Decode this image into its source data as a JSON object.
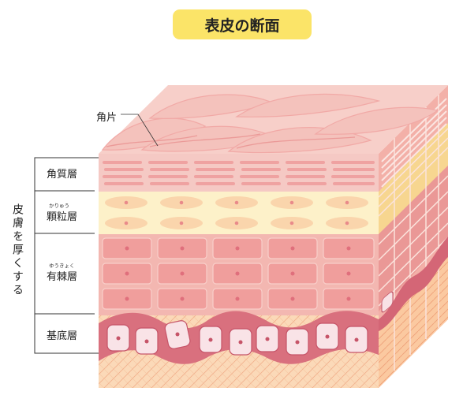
{
  "title": "表皮の断面",
  "callout": "角片",
  "side_label": "皮膚を厚くする",
  "layers": [
    {
      "name": "角質層",
      "ruby": ""
    },
    {
      "name": "顆粒層",
      "ruby": "かりゅう"
    },
    {
      "name": "有棘層",
      "ruby": "ゆうきょく"
    },
    {
      "name": "基底層",
      "ruby": ""
    }
  ],
  "colors": {
    "title_bg": "#fbe468",
    "horny": "#f3c1bd",
    "granular": "#fdf0c8",
    "spinous": "#f2b0ac",
    "basement": "#d9707e",
    "basal_cell": "#f8dfe3",
    "dermis": "#fbd4b0",
    "side_face": "#e99896"
  }
}
